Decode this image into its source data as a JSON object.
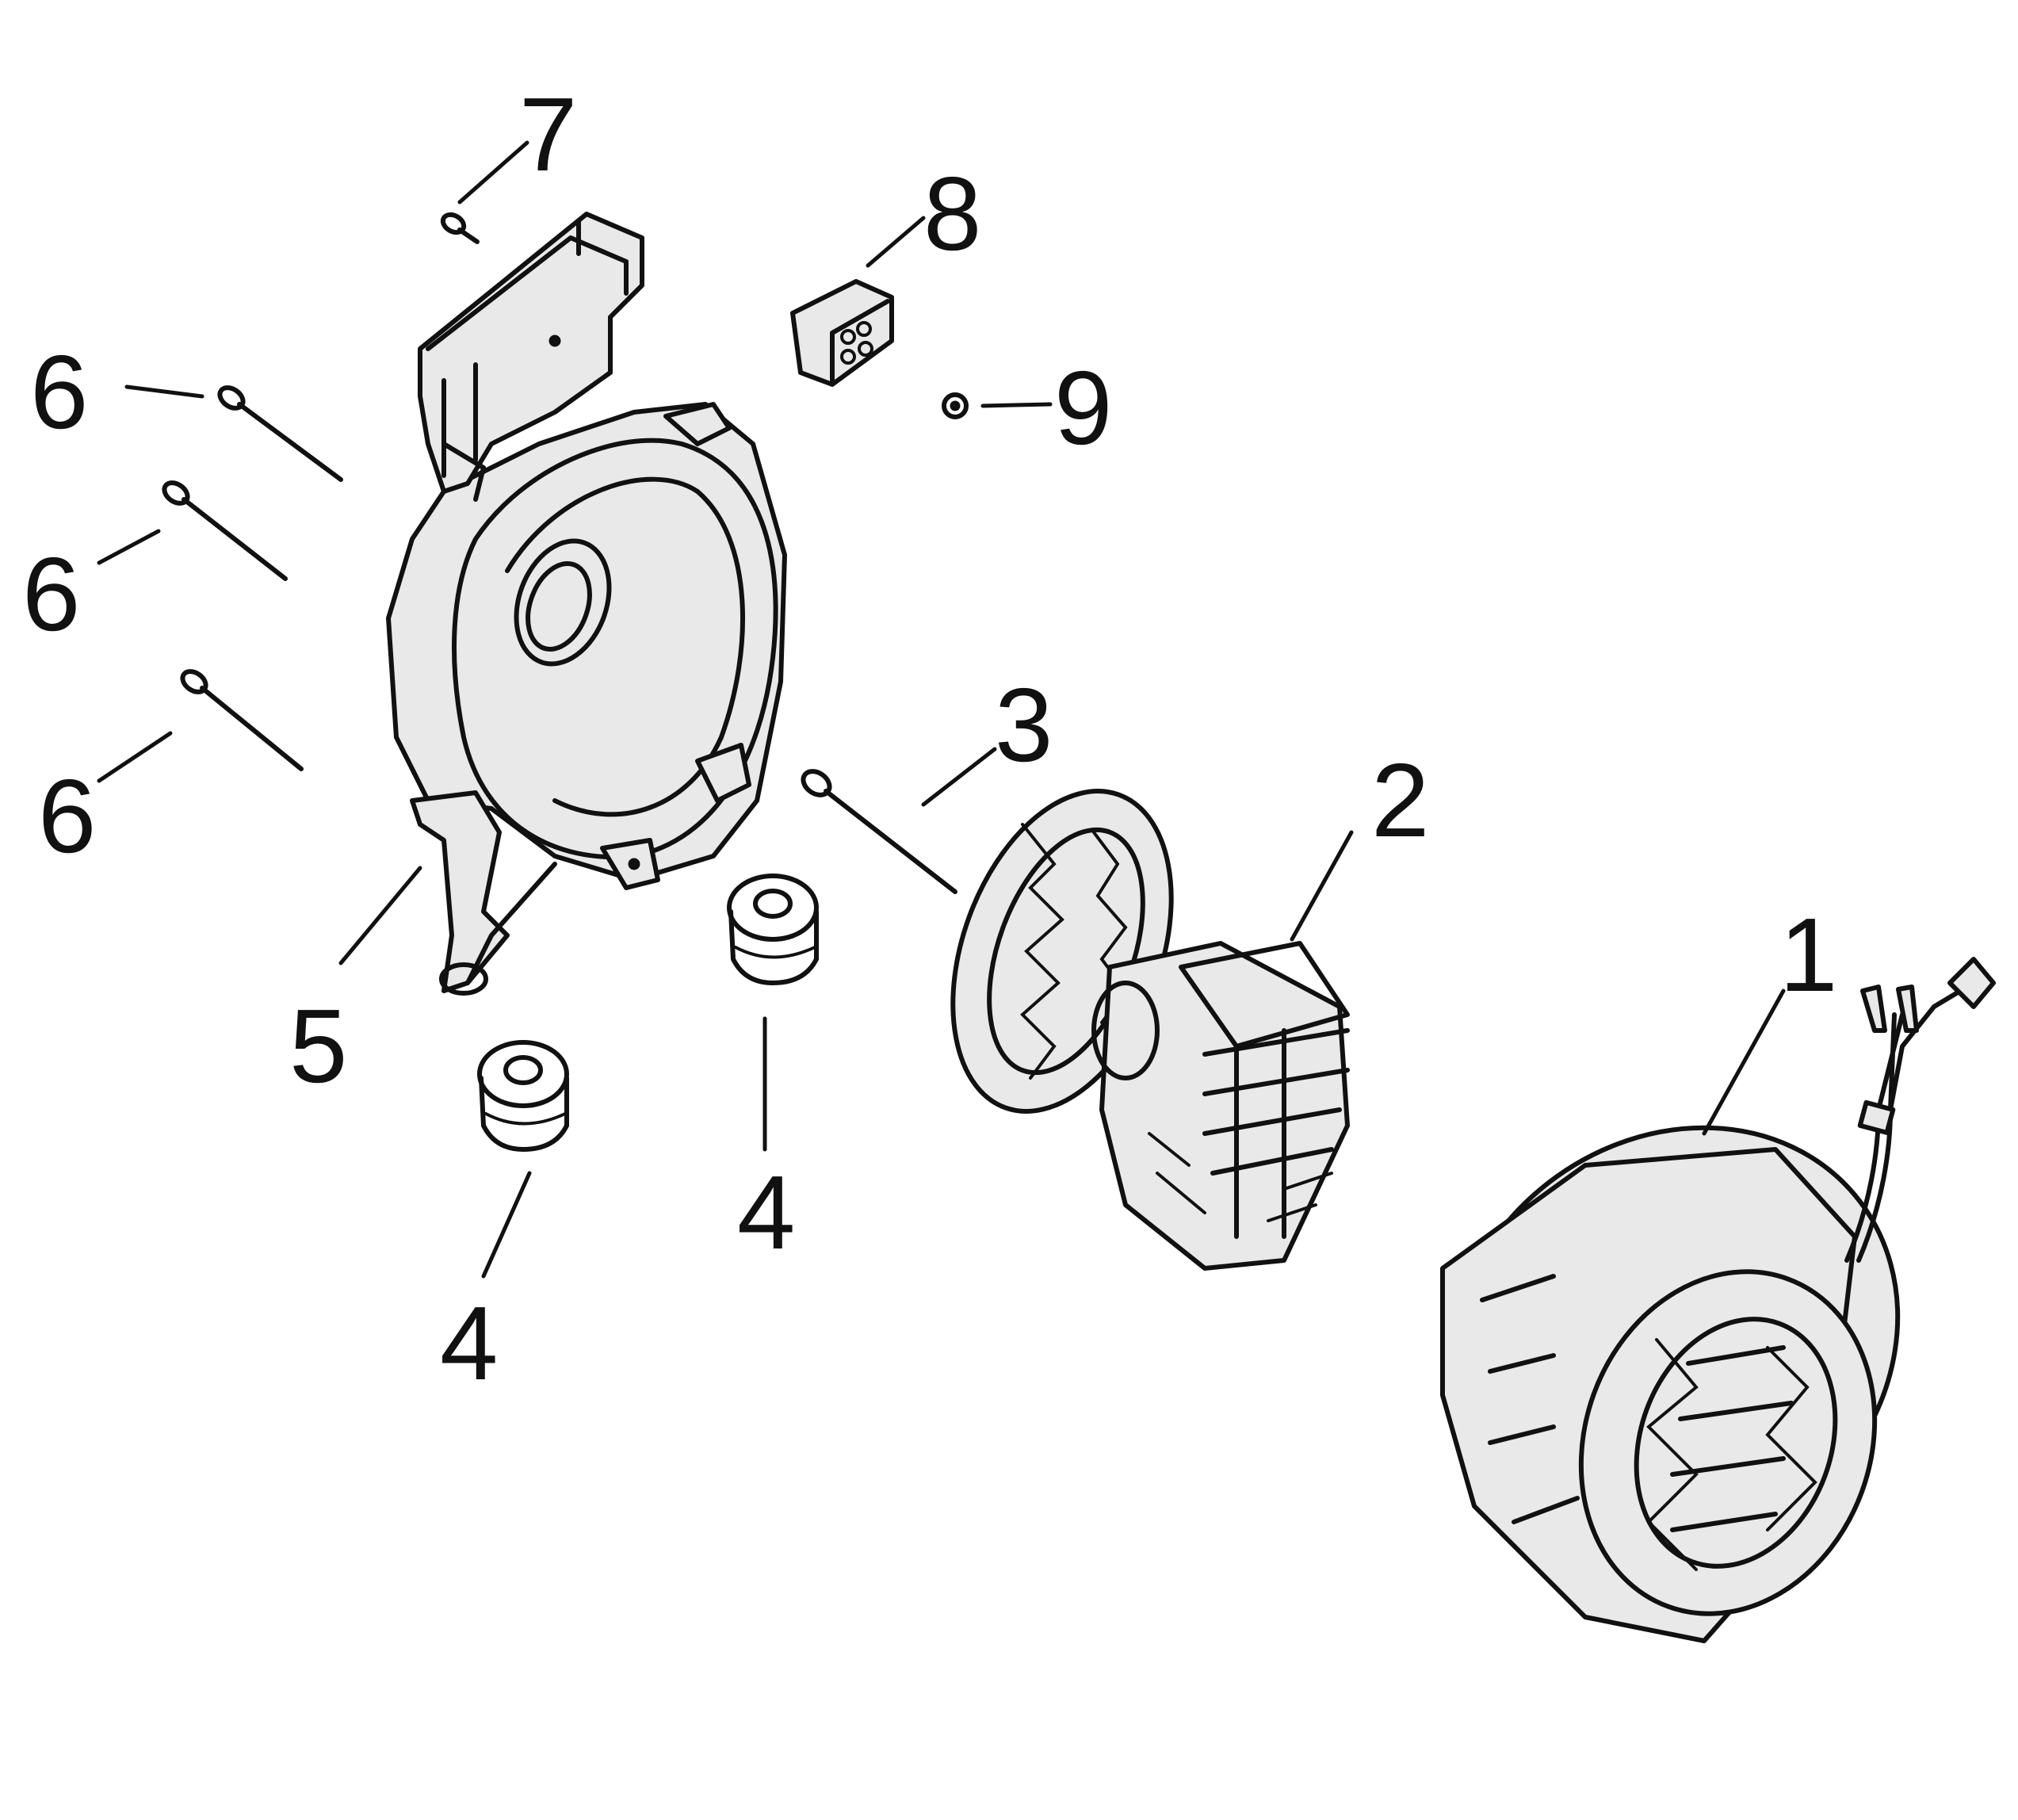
{
  "callouts": {
    "stator": "1",
    "rotor": "2",
    "through_bolt": "3",
    "damper_left": "4",
    "damper_right": "4",
    "end_cover": "5",
    "bolt_top": "6",
    "bolt_middle": "6",
    "bolt_bottom": "6",
    "screw": "7",
    "brush_holder": "8",
    "nut": "9"
  }
}
